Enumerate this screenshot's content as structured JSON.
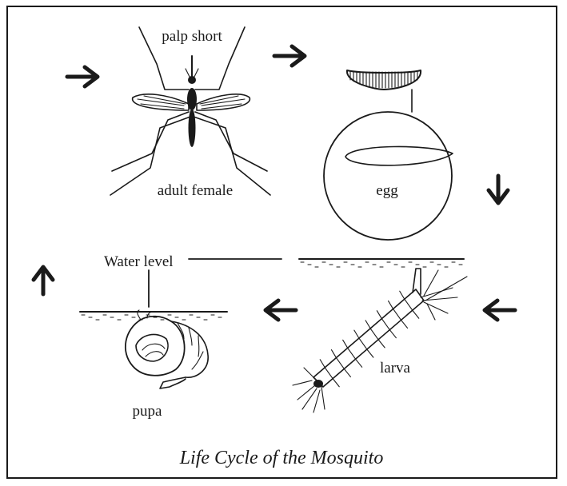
{
  "caption": "Life Cycle of the Mosquito",
  "labels": {
    "palp": "palp short",
    "adult": "adult female",
    "egg": "egg",
    "water_level": "Water level",
    "larva": "larva",
    "pupa": "pupa"
  },
  "colors": {
    "ink": "#1a1a1a",
    "background": "#ffffff"
  }
}
